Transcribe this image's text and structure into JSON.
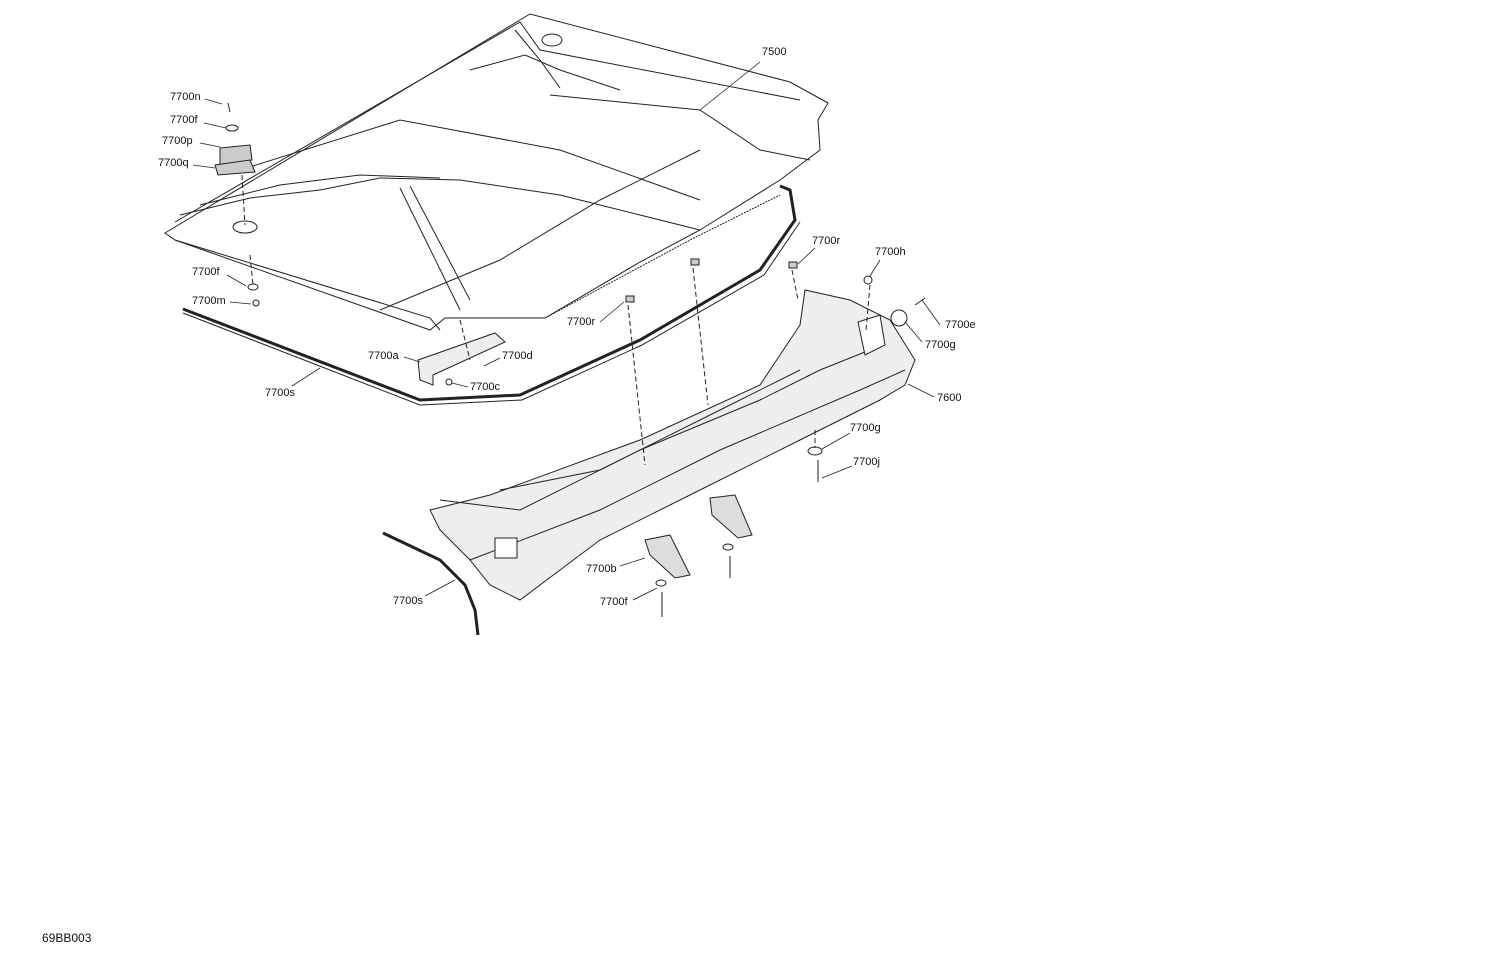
{
  "diagram": {
    "figure_code": "69BB003",
    "callouts": [
      {
        "part": "7500"
      },
      {
        "part": "7700n"
      },
      {
        "part": "7700f"
      },
      {
        "part": "7700p"
      },
      {
        "part": "7700q"
      },
      {
        "part": "7700f"
      },
      {
        "part": "7700m"
      },
      {
        "part": "7700r"
      },
      {
        "part": "7700h"
      },
      {
        "part": "7700r"
      },
      {
        "part": "7700e"
      },
      {
        "part": "7700g"
      },
      {
        "part": "7700a"
      },
      {
        "part": "7700d"
      },
      {
        "part": "7700c"
      },
      {
        "part": "7700s"
      },
      {
        "part": "7600"
      },
      {
        "part": "7700g"
      },
      {
        "part": "7700j"
      },
      {
        "part": "7700b"
      },
      {
        "part": "7700s"
      },
      {
        "part": "7700f"
      }
    ]
  }
}
